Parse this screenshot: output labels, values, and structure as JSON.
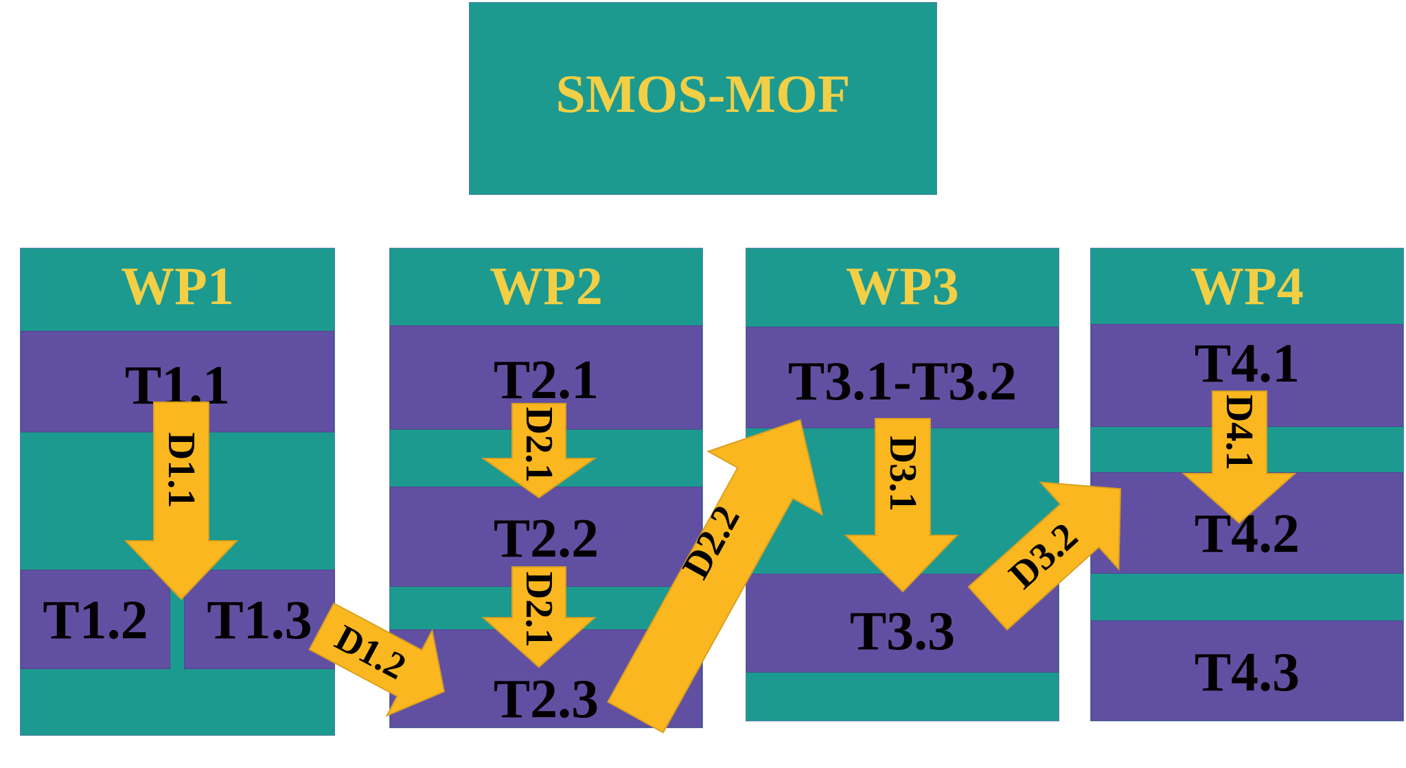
{
  "project": {
    "title": "SMOS-MOF"
  },
  "work_packages": [
    {
      "label": "WP1",
      "tasks": [
        "T1.1",
        "T1.2",
        "T1.3"
      ]
    },
    {
      "label": "WP2",
      "tasks": [
        "T2.1",
        "T2.2",
        "T2.3"
      ]
    },
    {
      "label": "WP3",
      "tasks": [
        "T3.1-T3.2",
        "T3.3"
      ]
    },
    {
      "label": "WP4",
      "tasks": [
        "T4.1",
        "T4.2",
        "T4.3"
      ]
    }
  ],
  "deliverables": {
    "d1_1": "D1.1",
    "d1_2": "D1.2",
    "d2_1a": "D2.1",
    "d2_1b": "D2.1",
    "d2_2": "D2.2",
    "d3_1": "D3.1",
    "d3_2": "D3.2",
    "d4_1": "D4.1"
  },
  "colors": {
    "box_teal": "#1c9a90",
    "band_purple": "#6150a2",
    "title_gold": "#f2cf45",
    "arrow_gold": "#fbb71f"
  }
}
